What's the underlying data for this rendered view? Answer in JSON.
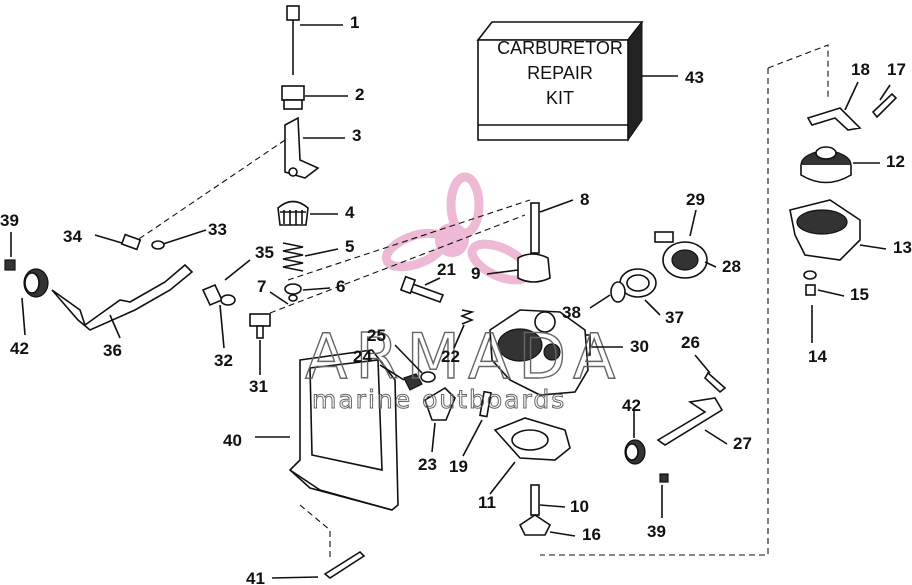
{
  "kit_label": [
    "CARBURETOR",
    "REPAIR",
    "KIT"
  ],
  "watermark": {
    "brand": "ARMADA",
    "tagline": "marine outboards",
    "logo_color": "#e7a2c6"
  },
  "callouts": [
    "1",
    "2",
    "3",
    "4",
    "5",
    "6",
    "7",
    "8",
    "9",
    "10",
    "11",
    "12",
    "13",
    "14",
    "15",
    "16",
    "17",
    "18",
    "19",
    "21",
    "22",
    "23",
    "24",
    "25",
    "26",
    "27",
    "28",
    "29",
    "30",
    "31",
    "32",
    "33",
    "34",
    "35",
    "36",
    "37",
    "38",
    "39",
    "39",
    "40",
    "41",
    "42",
    "42",
    "43"
  ]
}
